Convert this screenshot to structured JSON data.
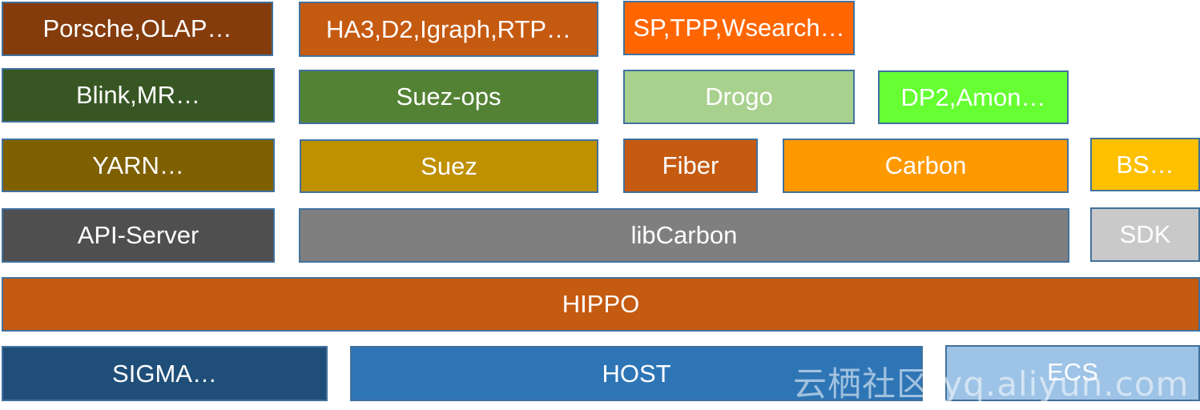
{
  "row1": {
    "porsche": {
      "label": "Porsche,OLAP…",
      "color": "#843c0c"
    },
    "ha3": {
      "label": "HA3,D2,Igraph,RTP…",
      "color": "#c55a11"
    },
    "sp": {
      "label": "SP,TPP,Wsearch…",
      "color": "#ff6600"
    }
  },
  "row2": {
    "blink": {
      "label": "Blink,MR…",
      "color": "#375623"
    },
    "suez_ops": {
      "label": "Suez-ops",
      "color": "#548235"
    },
    "drogo": {
      "label": "Drogo",
      "color": "#a9d18e"
    },
    "dp2": {
      "label": "DP2,Amon…",
      "color": "#66ff33"
    }
  },
  "row3": {
    "yarn": {
      "label": "YARN…",
      "color": "#7f6000"
    },
    "suez": {
      "label": "Suez",
      "color": "#bf9000"
    },
    "fiber": {
      "label": "Fiber",
      "color": "#c55a11"
    },
    "carbon": {
      "label": "Carbon",
      "color": "#ff9900"
    },
    "bs": {
      "label": "BS…",
      "color": "#ffc000"
    }
  },
  "row4": {
    "api_server": {
      "label": "API-Server",
      "color": "#4f4f4f"
    },
    "libcarbon": {
      "label": "libCarbon",
      "color": "#7f7f7f"
    },
    "sdk": {
      "label": "SDK",
      "color": "#c9c9c9"
    }
  },
  "row5": {
    "hippo": {
      "label": "HIPPO",
      "color": "#c55a11"
    }
  },
  "row6": {
    "sigma": {
      "label": "SIGMA…",
      "color": "#1f4e79"
    },
    "host": {
      "label": "HOST",
      "color": "#2e75b6"
    },
    "ecs": {
      "label": "ECS",
      "color": "#9dc3e6"
    }
  },
  "watermark": "云栖社区 yq.aliyun.com"
}
